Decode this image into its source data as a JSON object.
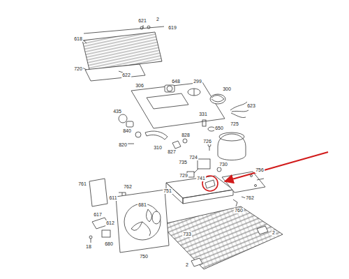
{
  "diagram": {
    "labels": [
      "621",
      "2",
      "619",
      "618",
      "720",
      "622",
      "306",
      "648",
      "299",
      "300",
      "623",
      "331",
      "650",
      "435",
      "840",
      "820",
      "310",
      "827",
      "828",
      "726",
      "725",
      "724",
      "735",
      "729",
      "730",
      "751",
      "741",
      "756",
      "760",
      "762",
      "761",
      "611",
      "762",
      "617",
      "18",
      "680",
      "612",
      "681",
      "750",
      "733",
      "2",
      "2"
    ]
  }
}
